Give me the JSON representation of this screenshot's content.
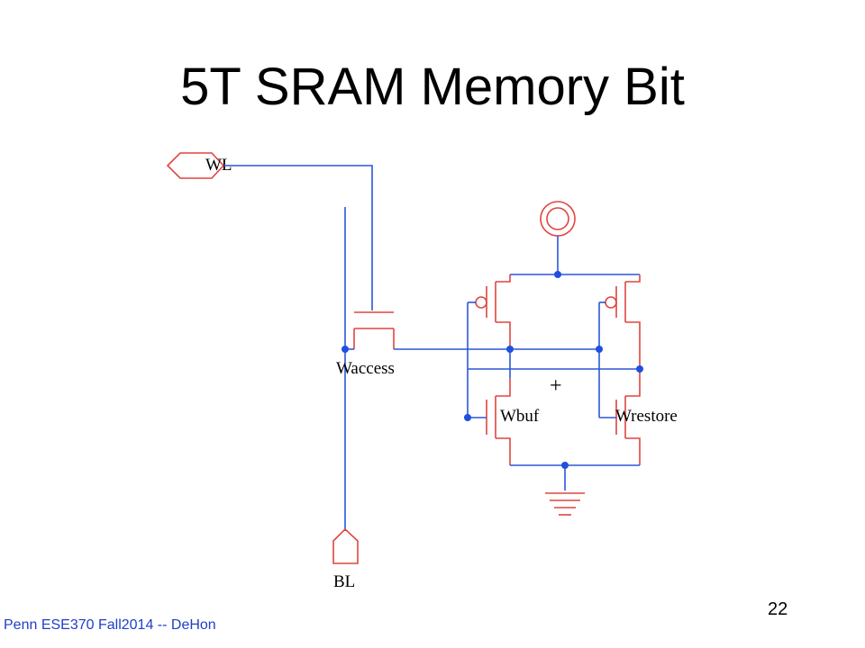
{
  "title": "5T SRAM Memory Bit",
  "footer": "Penn ESE370 Fall2014 -- DeHon",
  "page_number": "22",
  "schematic": {
    "labels": {
      "wordline": "WL",
      "bitline": "BL",
      "access_transistor": "Waccess",
      "buffer_transistor": "Wbuf",
      "restore_transistor": "Wrestore",
      "plus_marker": "+"
    },
    "colors": {
      "wire": "#2b57d9",
      "component": "#e0453f",
      "junction": "#1f4fe0"
    }
  }
}
